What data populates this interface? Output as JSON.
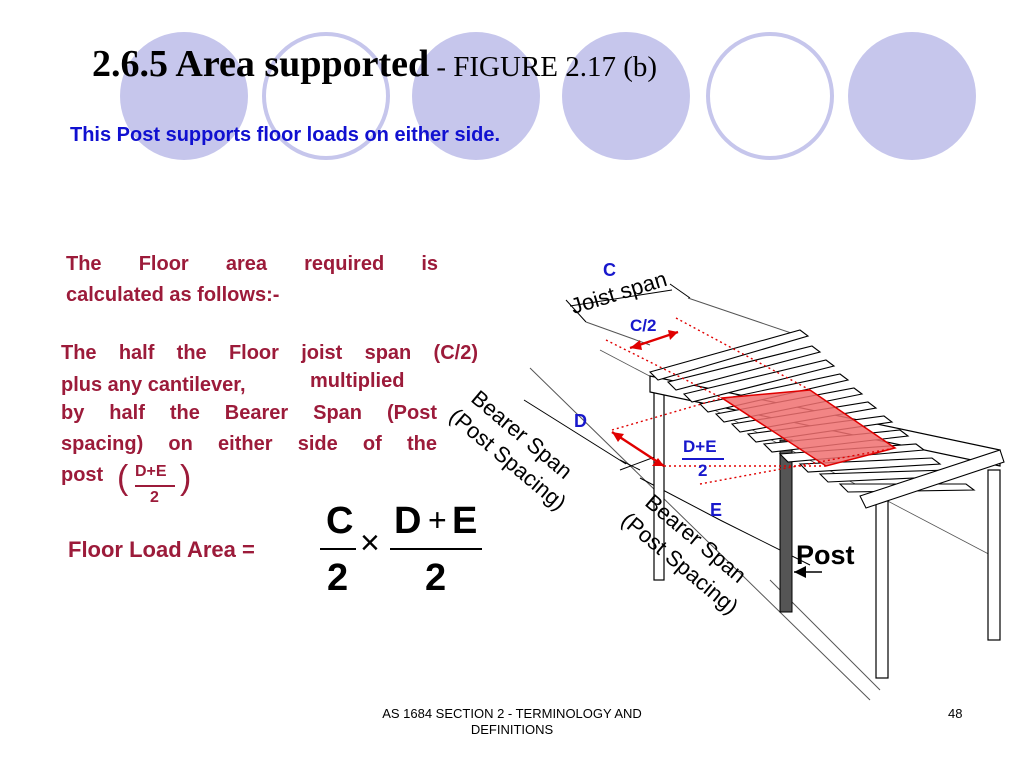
{
  "slide": {
    "title_main": "2.6.5  Area supported",
    "title_figure": " - FIGURE 2.17 (b)",
    "subtitle": "This Post supports floor loads on either side.",
    "para1": [
      "The Floor area required is",
      "calculated as follows:-"
    ],
    "para2": {
      "line1": "The half the Floor joist span (C/2)",
      "line2a": "plus any cantilever,",
      "line2b": "multiplied",
      "line3": "by half the Bearer Span (Post",
      "line4": "spacing) on either side of the",
      "line5": "post",
      "frac_num": "D+E",
      "frac_den": "2",
      "paren_open": "(",
      "paren_close": ")"
    },
    "formula": {
      "label": "Floor Load Area =",
      "c": "C",
      "two_a": "2",
      "times": "×",
      "d": "D",
      "plus": "+",
      "e": "E",
      "two_b": "2"
    },
    "diagram": {
      "c_label": "C",
      "joist_span": "Joist span",
      "c_half": "C/2",
      "d_label": "D",
      "de_num": "D+E",
      "de_den": "2",
      "e_label": "E",
      "bearer1_a": "Bearer Span",
      "bearer1_b": "(Post Spacing)",
      "bearer2_a": "Bearer Span",
      "bearer2_b": "(Post Spacing)",
      "post": "Post"
    },
    "footer": {
      "line1": "AS 1684  SECTION 2 - TERMINOLOGY AND",
      "line2": "DEFINITIONS",
      "page": "48"
    },
    "colors": {
      "circle": "#c6c6ec",
      "title_blue": "#1010d0",
      "maroon": "#9c1b3a",
      "red": "#e00000",
      "hatch_fill": "#f07070"
    }
  }
}
